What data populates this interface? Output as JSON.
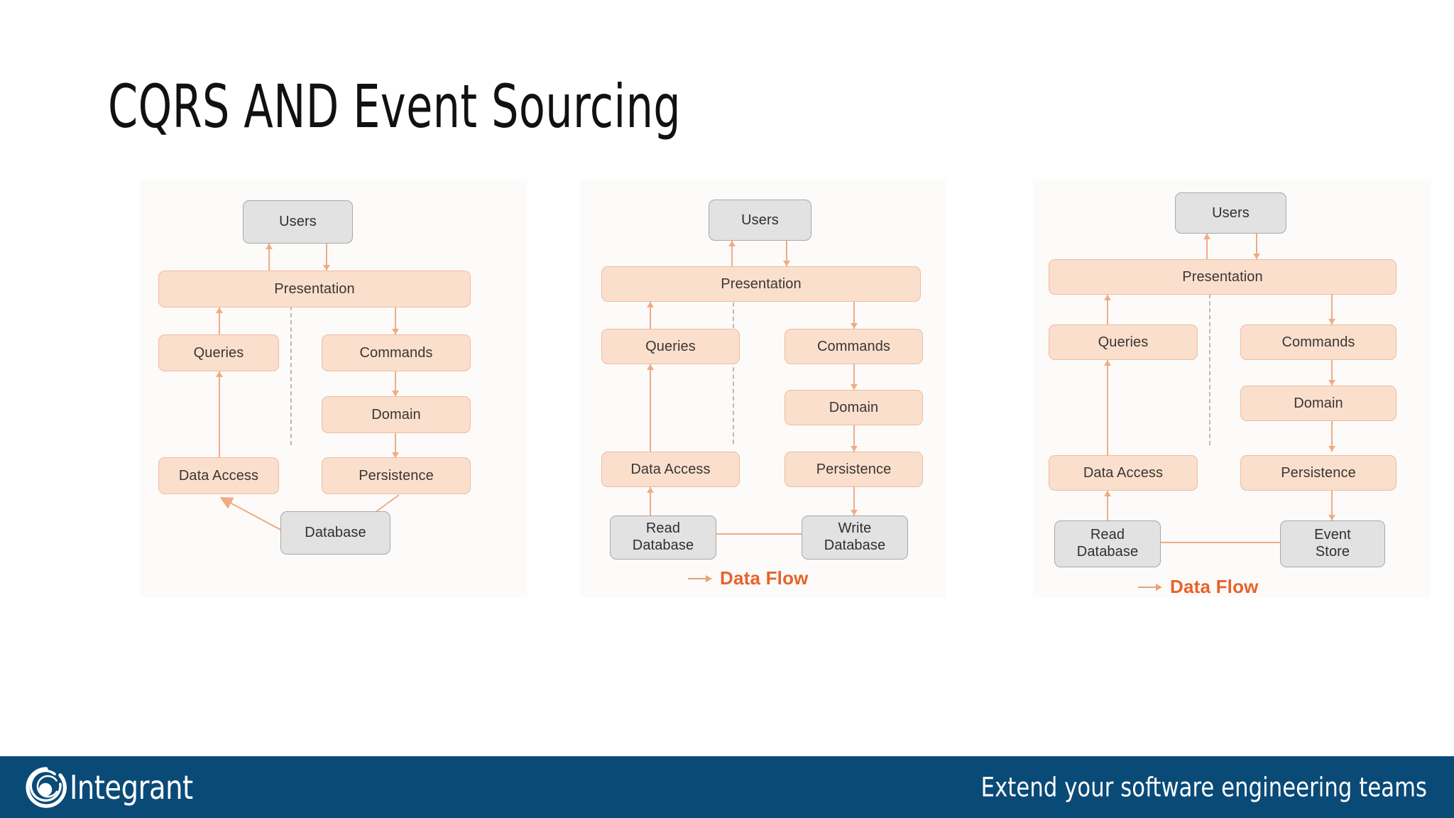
{
  "slide": {
    "title": "CQRS AND Event Sourcing",
    "background": "#ffffff"
  },
  "theme": {
    "peach_fill": "#fadfcd",
    "peach_border": "#f1bb9b",
    "gray_fill": "#e2e2e2",
    "gray_border": "#a8a8a8",
    "connector": "#f0ab82",
    "data_flow_accent": "#e8622a",
    "panel_bg": "#fcfbfa",
    "footer_bg": "#0a4a77",
    "title_color": "#111111"
  },
  "diagrams": [
    {
      "id": "layered-architecture",
      "nodes": {
        "users": "Users",
        "presentation": "Presentation",
        "queries": "Queries",
        "commands": "Commands",
        "domain": "Domain",
        "data_access": "Data Access",
        "persistence": "Persistence",
        "store": "Database"
      },
      "legend": null
    },
    {
      "id": "cqrs",
      "nodes": {
        "users": "Users",
        "presentation": "Presentation",
        "queries": "Queries",
        "commands": "Commands",
        "domain": "Domain",
        "data_access": "Data Access",
        "persistence": "Persistence",
        "read_store": "Read\nDatabase",
        "read_store_line1": "Read",
        "read_store_line2": "Database",
        "write_store_line1": "Write",
        "write_store_line2": "Database"
      },
      "legend": {
        "label": "Data Flow"
      }
    },
    {
      "id": "cqrs-event-sourcing",
      "nodes": {
        "users": "Users",
        "presentation": "Presentation",
        "queries": "Queries",
        "commands": "Commands",
        "domain": "Domain",
        "data_access": "Data Access",
        "persistence": "Persistence",
        "read_store_line1": "Read",
        "read_store_line2": "Database",
        "write_store_line1": "Event",
        "write_store_line2": "Store"
      },
      "legend": {
        "label": "Data Flow"
      }
    }
  ],
  "footer": {
    "brand": "Integrant",
    "tagline": "Extend your software engineering teams",
    "logo_icon": "spiral-circle-logo"
  }
}
